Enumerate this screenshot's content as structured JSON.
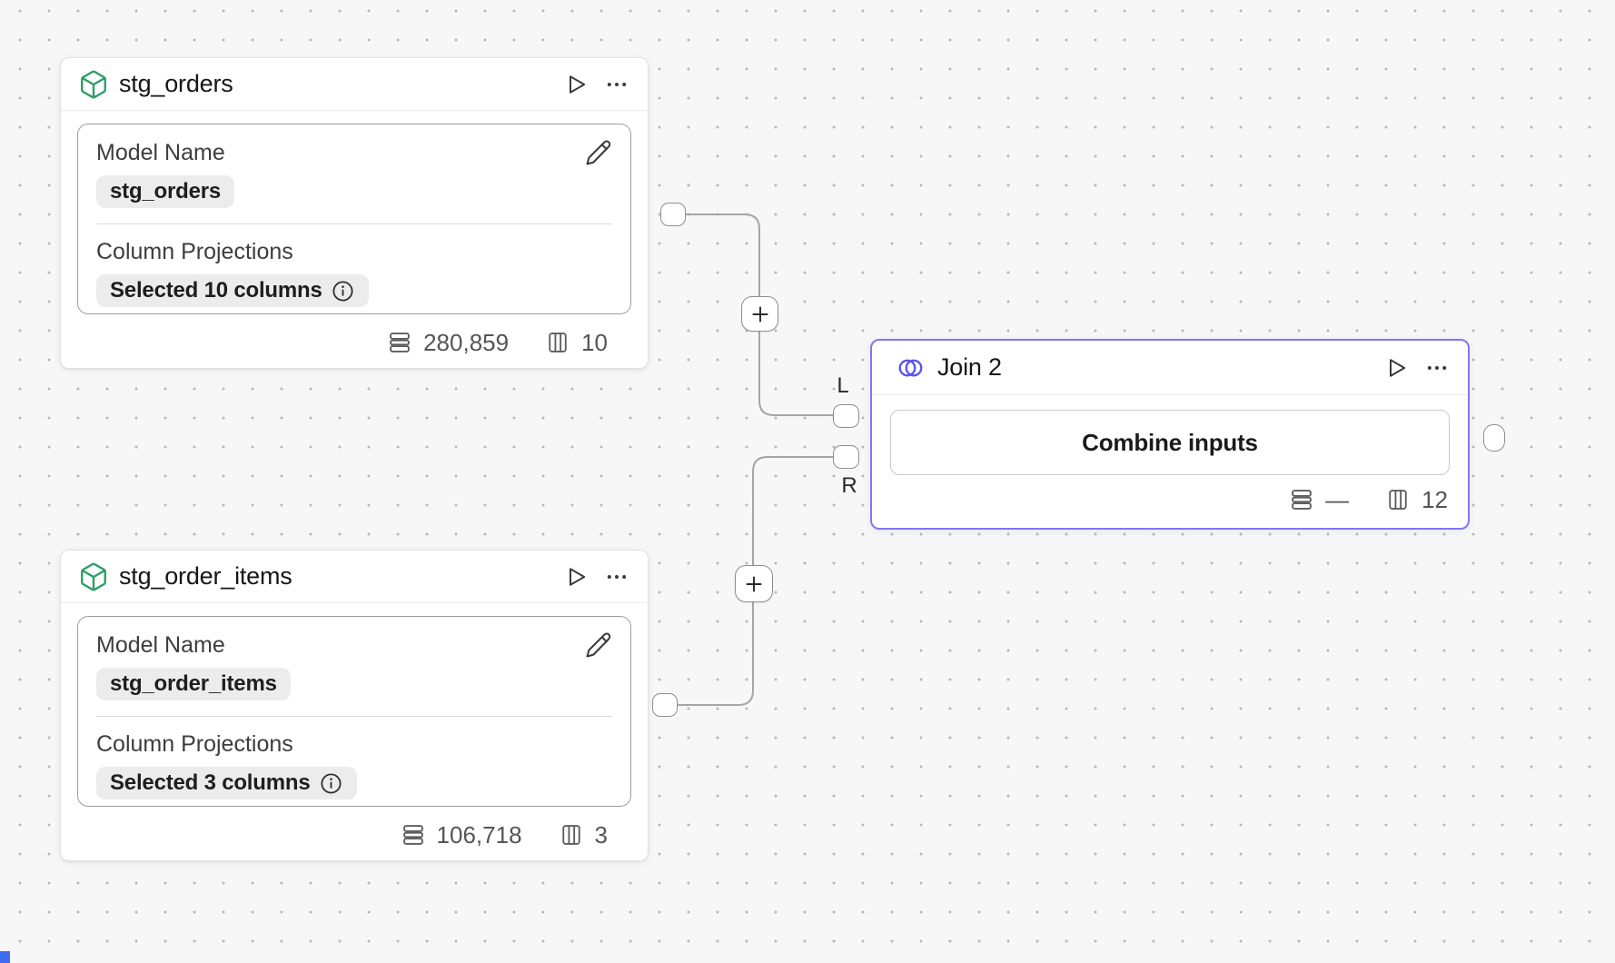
{
  "canvas": {
    "colors": {
      "canvas-bg": "#f7f7f7",
      "dot": "#b9b9b9",
      "accent": "#8177f1",
      "venn": "#5b54e8",
      "model-icon-green": "#2f9e68",
      "edge": "#a6a6a6",
      "chip-bg": "#ececec",
      "corner-marker": "#3e6df2"
    }
  },
  "nodes": {
    "stg_orders": {
      "title": "stg_orders",
      "model_name_label": "Model Name",
      "model_name_value": "stg_orders",
      "projections_label": "Column Projections",
      "projections_value": "Selected 10 columns",
      "row_count": "280,859",
      "column_count": "10"
    },
    "stg_order_items": {
      "title": "stg_order_items",
      "model_name_label": "Model Name",
      "model_name_value": "stg_order_items",
      "projections_label": "Column Projections",
      "projections_value": "Selected 3 columns",
      "row_count": "106,718",
      "column_count": "3"
    },
    "join": {
      "title": "Join 2",
      "combine_button_label": "Combine inputs",
      "row_count": "—",
      "column_count": "12",
      "left_port_label": "L",
      "right_port_label": "R"
    }
  }
}
